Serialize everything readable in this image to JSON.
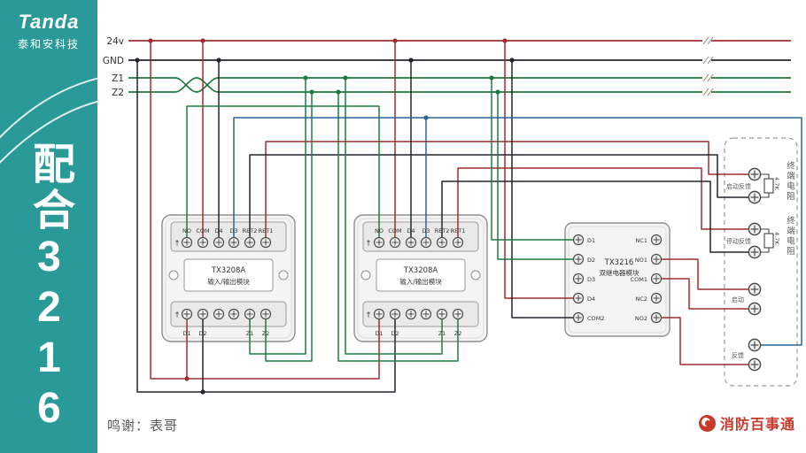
{
  "sidebar": {
    "brand": "Tanda",
    "brand_sub": "泰和安科技",
    "vertical_title": "配合3216"
  },
  "bus": {
    "labels": [
      "24v",
      "GND",
      "Z1",
      "Z2"
    ]
  },
  "modules": {
    "arrow": "↑",
    "m1": {
      "name": "TX3208A",
      "subtitle": "输入/输出模块",
      "top_terminals": [
        "NO",
        "COM",
        "D4",
        "D3",
        "RET2",
        "RET1"
      ],
      "bottom_labels": [
        "D1",
        "D2",
        "Z1",
        "Z2"
      ]
    },
    "m2": {
      "name": "TX3208A",
      "subtitle": "输入/输出模块",
      "top_terminals": [
        "NO",
        "COM",
        "D4",
        "D3",
        "RET2",
        "RET1"
      ],
      "bottom_labels": [
        "D1",
        "D2",
        "Z1",
        "Z2"
      ]
    },
    "relay": {
      "name": "TX3216",
      "subtitle": "双继电器模块",
      "left_terminals": [
        "D1",
        "D2",
        "D3",
        "D4",
        "COM2"
      ],
      "right_terminals": [
        "NC1",
        "NO1",
        "COM1",
        "NC2",
        "NO2"
      ]
    }
  },
  "terminal_box": {
    "g1": {
      "label": "启动反馈",
      "resistor": "4.7K",
      "note": "终端电阻"
    },
    "g2": {
      "label": "停动反馈",
      "resistor": "4.7K",
      "note": "终端电阻"
    },
    "g3": {
      "label": "启动"
    },
    "g4": {
      "label": "反馈"
    }
  },
  "footer": {
    "credit": "鸣谢：表哥",
    "brand": "消防百事通"
  },
  "colors": {
    "teal": "#2a9a99",
    "wire_red": "#9e2f2f",
    "wire_black": "#23252b",
    "wire_green": "#1e7a43",
    "wire_blue": "#2a6496",
    "brand_red": "#c8382b"
  }
}
